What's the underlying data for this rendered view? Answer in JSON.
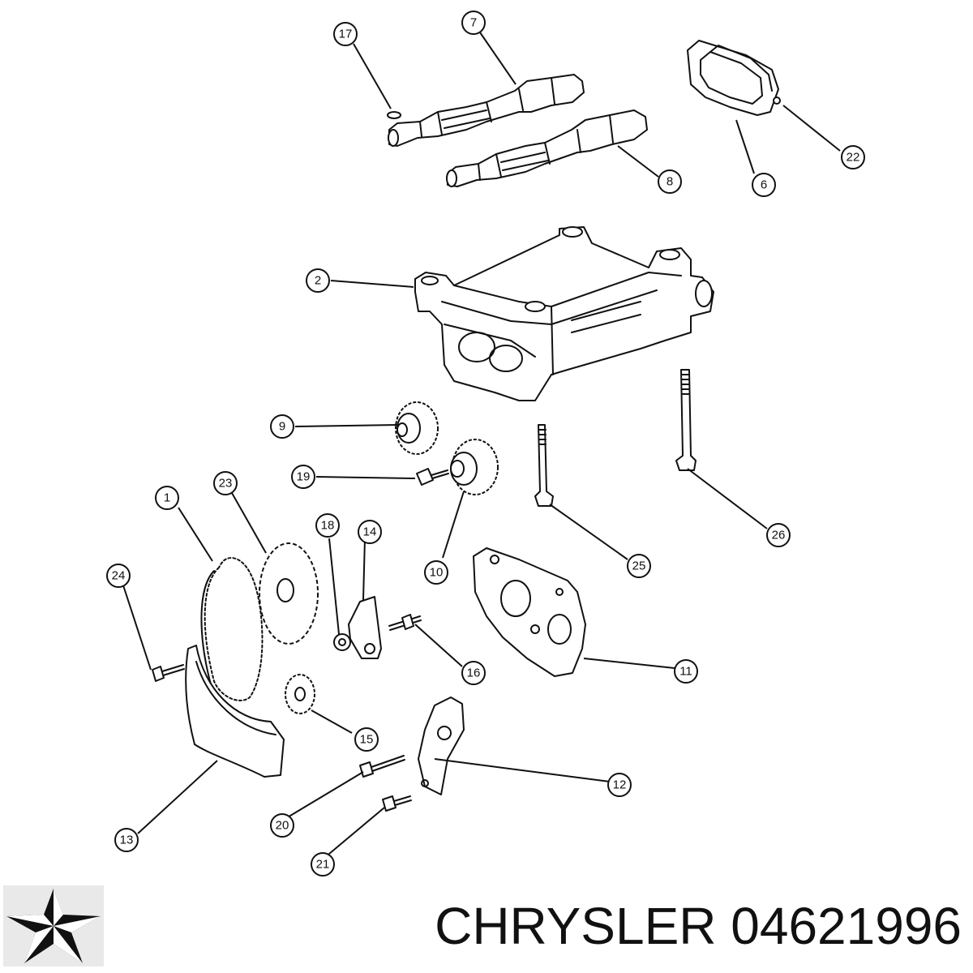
{
  "callouts": [
    {
      "label": "17"
    },
    {
      "label": "7"
    },
    {
      "label": "22"
    },
    {
      "label": "8"
    },
    {
      "label": "6"
    },
    {
      "label": "2"
    },
    {
      "label": "9"
    },
    {
      "label": "19"
    },
    {
      "label": "23"
    },
    {
      "label": "1"
    },
    {
      "label": "18"
    },
    {
      "label": "14"
    },
    {
      "label": "26"
    },
    {
      "label": "25"
    },
    {
      "label": "24"
    },
    {
      "label": "10"
    },
    {
      "label": "16"
    },
    {
      "label": "11"
    },
    {
      "label": "15"
    },
    {
      "label": "12"
    },
    {
      "label": "13"
    },
    {
      "label": "20"
    },
    {
      "label": "21"
    }
  ],
  "brand": {
    "logo_icon": "pentastar-icon",
    "caption": "CHRYSLER 04621996"
  },
  "colors": {
    "line": "#111111",
    "background": "#ffffff",
    "logo_background": "#e9e9e9"
  }
}
